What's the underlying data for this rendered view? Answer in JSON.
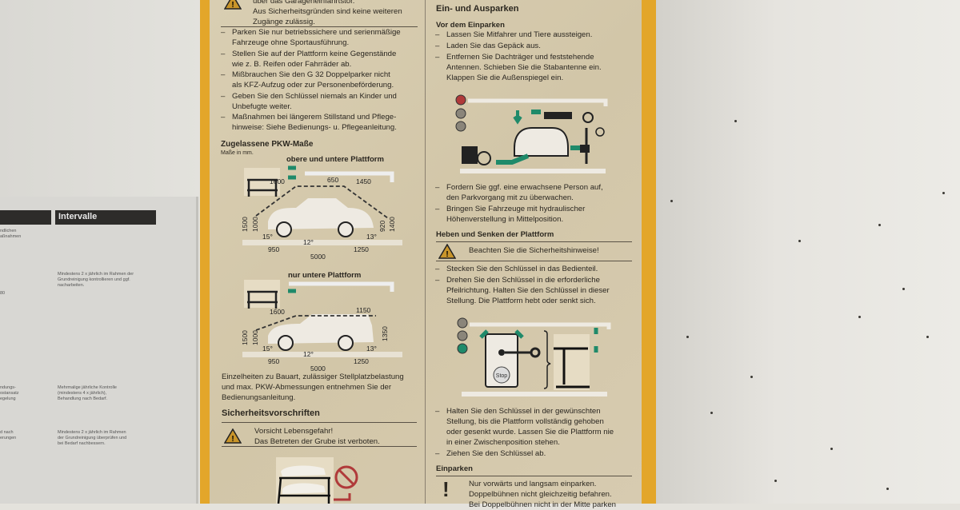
{
  "left_sheet": {
    "header": "Intervalle",
    "entries": [
      "Mindestens 2 x jährlich im Rahmen der Grundreinigung kontrollieren und ggf. nacharbeiten.",
      "Mehrmalige jährliche Kontrolle (mindestens 4 x jährlich), Behandlung nach Bedarf.",
      "Mindestens 2 x jährlich im Rahmen der Grundreinigung überprüfen und bei Bedarf nachbessern."
    ],
    "cut_fragments": [
      "ndlichen",
      "aßnahmen",
      "80",
      "ndungs-",
      "ostansatz",
      "egelung",
      "d nach",
      "erungen"
    ]
  },
  "left_col": {
    "top_warning": [
      "über das Garageneinfahrtstor.",
      "Aus Sicherheitsgründen sind keine weiteren",
      "Zugänge zulässig."
    ],
    "bullets": [
      [
        "Parken Sie nur betriebssichere und serienmäßige",
        "Fahrzeuge ohne Sportausführung."
      ],
      [
        "Stellen Sie auf der Plattform keine Gegenstände",
        "wie z. B. Reifen oder Fahrräder ab."
      ],
      [
        "Mißbrauchen Sie den G 32 Doppelparker nicht",
        "als KFZ-Aufzug oder zur Personenbeförderung."
      ],
      [
        "Geben Sie den Schlüssel niemals an Kinder und",
        "Unbefugte weiter."
      ],
      [
        "Maßnahmen bei längerem Stillstand und Pflege-",
        "hinweise: Siehe Bedienungs- u. Pflegeanleitung."
      ]
    ],
    "dims_title": "Zugelassene PKW-Maße",
    "dims_unit": "Maße in mm.",
    "diagram1": {
      "title": "obere und untere Plattform",
      "labels": {
        "a": "1600",
        "b": "650",
        "c": "1450",
        "h1": "1500",
        "h2": "1000",
        "h3": "920",
        "h4": "1400",
        "ang1": "15°",
        "ang2": "12°",
        "ang3": "13°",
        "f": "950",
        "r": "1250",
        "len": "5000"
      }
    },
    "diagram2": {
      "title": "nur untere Plattform",
      "labels": {
        "a": "1600",
        "c": "1150",
        "h1": "1500",
        "h2": "1000",
        "h4": "1350",
        "ang1": "15°",
        "ang2": "12°",
        "ang3": "13°",
        "f": "950",
        "r": "1250",
        "len": "5000"
      }
    },
    "details": [
      "Einzelheiten zu Bauart, zulässiger Stellplatzbelastung",
      "und max. PKW-Abmessungen entnehmen Sie der",
      "Bedienungsanleitung."
    ],
    "safety_title": "Sicherheitsvorschriften",
    "safety_warning": [
      "Vorsicht Lebensgefahr!",
      "Das Betreten der Grube ist verboten."
    ]
  },
  "right_col": {
    "title": "Ein- und Ausparken",
    "sub": "Vor dem Einparken",
    "bullets1": [
      [
        "Lassen Sie Mitfahrer und Tiere aussteigen."
      ],
      [
        "Laden Sie das Gepäck aus."
      ],
      [
        "Entfernen Sie Dachträger und feststehende",
        "Antennen. Schieben Sie die Stabantenne ein.",
        "Klappen Sie die Außenspiegel ein."
      ]
    ],
    "bullets2": [
      [
        "Fordern Sie ggf. eine erwachsene Person auf,",
        "den Parkvorgang mit zu überwachen."
      ],
      [
        "Bringen Sie Fahrzeuge mit hydraulischer",
        "Höhenverstellung in Mittelposition."
      ]
    ],
    "lift_title": "Heben und Senken der Plattform",
    "lift_warning": "Beachten Sie die Sicherheitshinweise!",
    "bullets3": [
      [
        "Stecken Sie den Schlüssel in das Bedienteil."
      ],
      [
        "Drehen Sie den Schlüssel in die erforderliche",
        "Pfeilrichtung. Halten Sie den Schlüssel in dieser",
        "Stellung. Die Plattform hebt oder senkt sich."
      ]
    ],
    "stop_label": "Stop",
    "bullets4": [
      [
        "Halten Sie den Schlüssel in der gewünschten",
        "Stellung, bis die Plattform vollständig gehoben",
        "oder gesenkt wurde. Lassen Sie die Plattform nie",
        "in einer Zwischenposition stehen."
      ],
      [
        "Ziehen Sie den Schlüssel ab."
      ]
    ],
    "park_title": "Einparken",
    "park_note": [
      "Nur vorwärts und langsam einparken.",
      "Doppelbühnen nicht gleichzeitig befahren.",
      "Bei Doppelbühnen nicht in der Mitte parken"
    ]
  },
  "colors": {
    "sign_border": "#e3a62a",
    "panel": "#d6cab0",
    "green": "#1f8a6a",
    "red": "#b03a3a"
  }
}
